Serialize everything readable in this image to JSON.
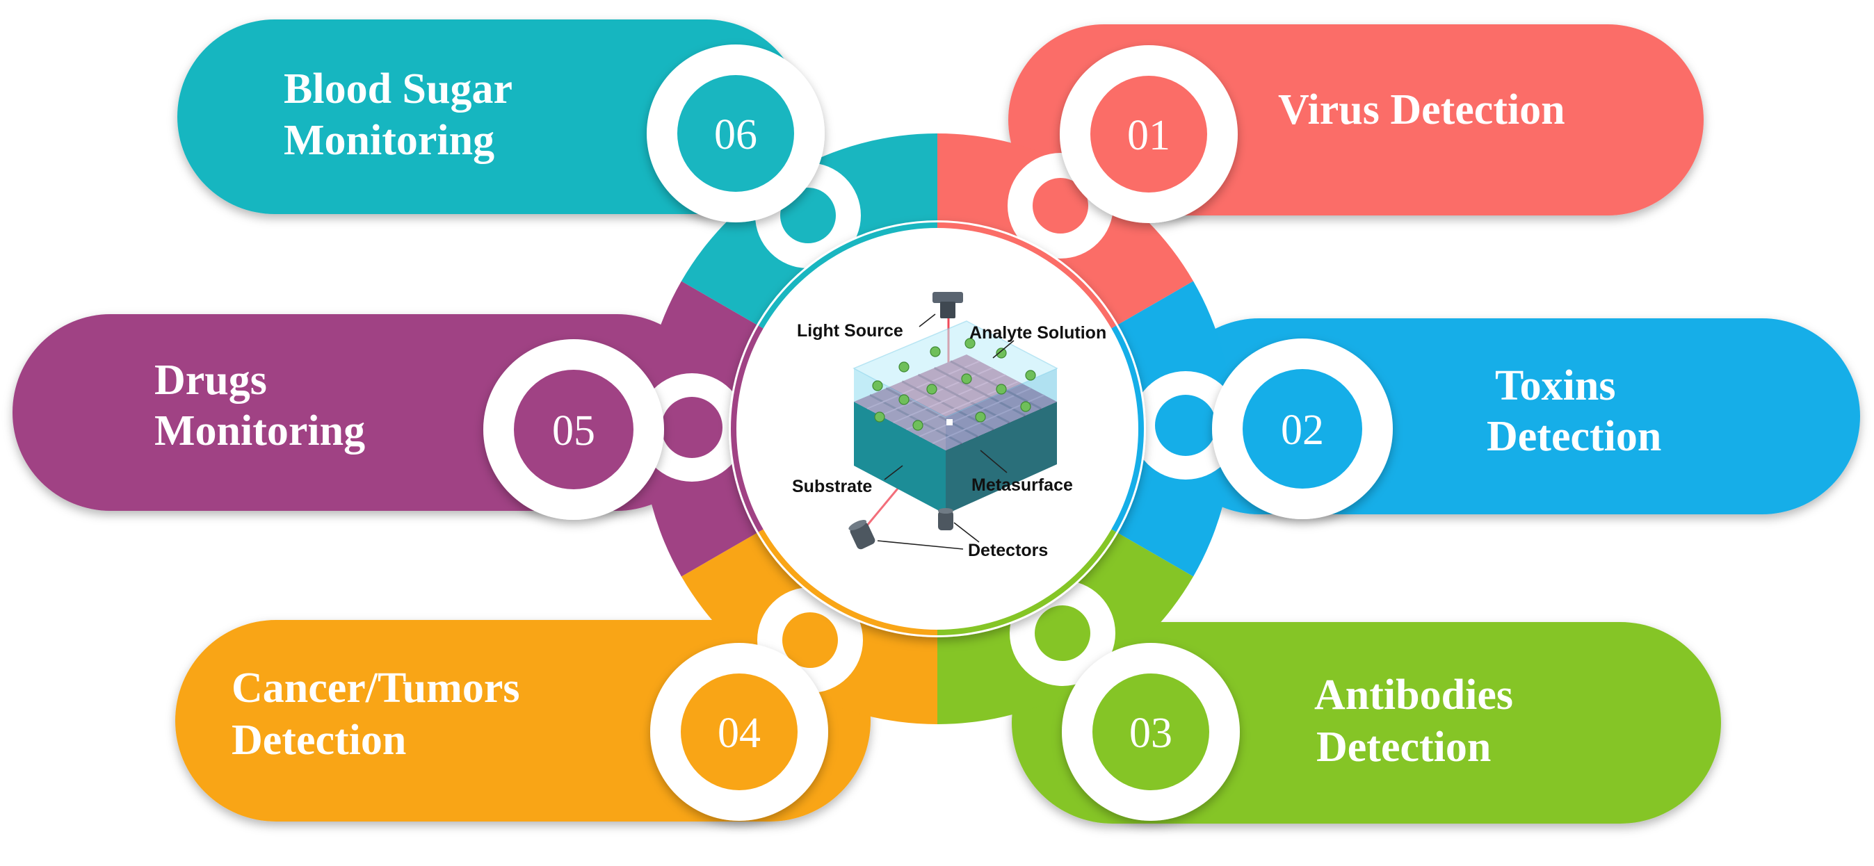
{
  "colors": {
    "red": "#fb6d67",
    "blue": "#15aee8",
    "green": "#85c526",
    "orange": "#f9a516",
    "purple": "#a04284",
    "teal": "#19b6c0"
  },
  "items": [
    {
      "number": "01",
      "line1": "Virus Detection",
      "line2": "",
      "color": "#fb6d67"
    },
    {
      "number": "02",
      "line1": "Toxins",
      "line2": "Detection",
      "color": "#15aee8"
    },
    {
      "number": "03",
      "line1": "Antibodies",
      "line2": "Detection",
      "color": "#85c526"
    },
    {
      "number": "04",
      "line1": "Cancer/Tumors",
      "line2": "Detection",
      "color": "#f9a516"
    },
    {
      "number": "05",
      "line1": "Drugs",
      "line2": "Monitoring",
      "color": "#a04284"
    },
    {
      "number": "06",
      "line1": "Blood Sugar",
      "line2": "Monitoring",
      "color": "#19b6c0"
    }
  ],
  "center": {
    "light_source": "Light Source",
    "analyte_solution": "Analyte Solution",
    "substrate": "Substrate",
    "metasurface": "Metasurface",
    "detectors": "Detectors"
  }
}
